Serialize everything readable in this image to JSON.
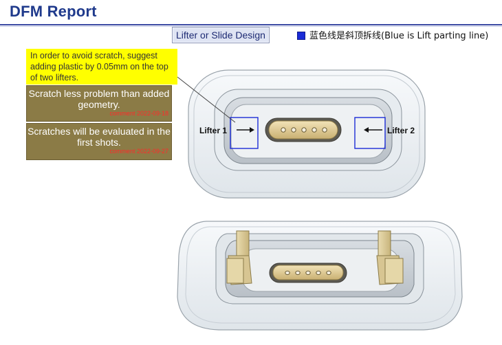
{
  "header": {
    "title": "DFM Report"
  },
  "tag": {
    "label": "Lifter or Slide Design"
  },
  "legend": {
    "text": "蓝色线是斜顶拆线(Blue is Lift parting line)",
    "color": "#1a2bd6"
  },
  "notes": {
    "main": "In order to avoid scratch, suggest adding plastic by 0.05mm on the top of two lifters.",
    "reply1": {
      "text": "Scratch less problem than added geometry.",
      "comment": "comment 2022-09-18"
    },
    "reply2": {
      "text": "Scratches will be evaluated in the first shots.",
      "comment": "comment 2022-09-27"
    }
  },
  "figure": {
    "lifter_left": "Lifter 1",
    "lifter_right": "Lifter 2"
  }
}
